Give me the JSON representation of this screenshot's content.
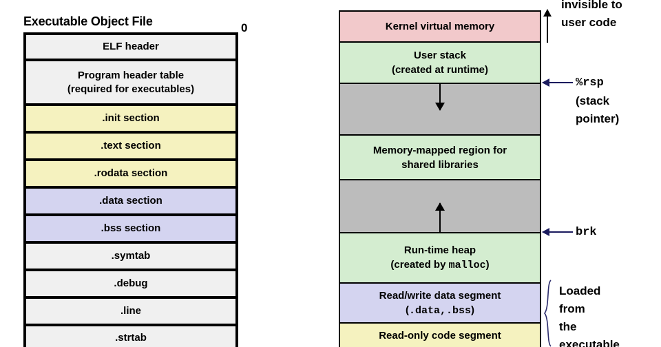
{
  "left_panel": {
    "title": "Executable Object File",
    "offset_label": "0",
    "rows": [
      {
        "label": "ELF header",
        "line2": "",
        "color": "#f0f0f0",
        "height": 38
      },
      {
        "label": "Program header table",
        "line2": "(required for executables)",
        "color": "#f0f0f0",
        "height": 65
      },
      {
        "label": ".init section",
        "line2": "",
        "color": "#f5f2bf",
        "height": 40
      },
      {
        "label": ".text section",
        "line2": "",
        "color": "#f5f2bf",
        "height": 40
      },
      {
        "label": ".rodata section",
        "line2": "",
        "color": "#f5f2bf",
        "height": 40
      },
      {
        "label": ".data section",
        "line2": "",
        "color": "#d4d4f0",
        "height": 40
      },
      {
        "label": ".bss section",
        "line2": "",
        "color": "#d4d4f0",
        "height": 40
      },
      {
        "label": ".symtab",
        "line2": "",
        "color": "#f0f0f0",
        "height": 40
      },
      {
        "label": ".debug",
        "line2": "",
        "color": "#f0f0f0",
        "height": 40
      },
      {
        "label": ".line",
        "line2": "",
        "color": "#f0f0f0",
        "height": 40
      },
      {
        "label": ".strtab",
        "line2": "",
        "color": "#f0f0f0",
        "height": 38
      }
    ]
  },
  "right_panel": {
    "rows": [
      {
        "label": "Kernel virtual memory",
        "line2": "",
        "line2_mono": "",
        "color": "#f2c9cb",
        "height": 45,
        "arrow": ""
      },
      {
        "label": "User stack",
        "line2": "(created at runtime)",
        "line2_mono": "",
        "color": "#d4edd0",
        "height": 60,
        "arrow": ""
      },
      {
        "label": "",
        "line2": "",
        "line2_mono": "",
        "color": "#bcbcbc",
        "height": 75,
        "arrow": "down"
      },
      {
        "label": "Memory-mapped region for",
        "line2": "shared libraries",
        "line2_mono": "",
        "color": "#d4edd0",
        "height": 65,
        "arrow": ""
      },
      {
        "label": "",
        "line2": "",
        "line2_mono": "",
        "color": "#bcbcbc",
        "height": 77,
        "arrow": "up"
      },
      {
        "label": "Run-time heap",
        "line2": "(created by ",
        "line2_mono": "malloc",
        "line2_tail": ")",
        "color": "#d4edd0",
        "height": 73,
        "arrow": ""
      },
      {
        "label": "Read/write data segment",
        "line2": "(",
        "line2_mono": ".data,.bss",
        "line2_tail": ")",
        "color": "#d4d4f0",
        "height": 58,
        "arrow": ""
      },
      {
        "label": "Read-only code segment",
        "line2": "",
        "line2_mono": "",
        "color": "#f5f2bf",
        "height": 36,
        "arrow": ""
      }
    ],
    "annotations": {
      "kernel": "invisible to user code",
      "kernel_line1": "invisible to",
      "kernel_line2": "user code",
      "rsp_name": "%rsp",
      "rsp_desc_line1": "(stack",
      "rsp_desc_line2": "pointer)",
      "brk_name": "brk",
      "loaded_line1": "Loaded",
      "loaded_line2": "from",
      "loaded_line3": "the",
      "loaded_line4": "executable"
    }
  },
  "colors": {
    "kernel": "#f2c9cb",
    "stack_heap_mmap": "#d4edd0",
    "gap": "#bcbcbc",
    "data": "#d4d4f0",
    "code": "#f5f2bf",
    "neutral": "#f0f0f0",
    "pointer_arrow": "#1b1b5e"
  }
}
